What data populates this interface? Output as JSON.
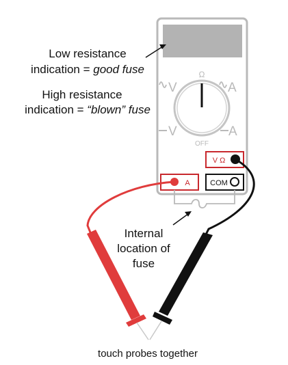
{
  "labels": {
    "low_line1": "Low resistance",
    "low_line2_prefix": "indication = ",
    "low_line2_em": "good fuse",
    "high_line1": "High resistance",
    "high_line2_prefix": "indication = ",
    "high_line2_em": "“blown” fuse",
    "fuse_line1": "Internal",
    "fuse_line2": "location of",
    "fuse_line3": "fuse",
    "caption": "touch probes together"
  },
  "meter": {
    "dial_ohm": "Ω",
    "dial_off": "OFF",
    "dial_ac_v": "V",
    "dial_ac_a": "A",
    "dial_dc_v": "V",
    "dial_dc_a": "A",
    "jack_vohm": "V Ω",
    "jack_a": "A",
    "jack_com": "COM"
  },
  "colors": {
    "meter_outline": "#b9b9b9",
    "display": "#b3b3b3",
    "red_lead": "#e03c3c",
    "black_lead": "#111111",
    "jack_red": "#c8282d"
  }
}
